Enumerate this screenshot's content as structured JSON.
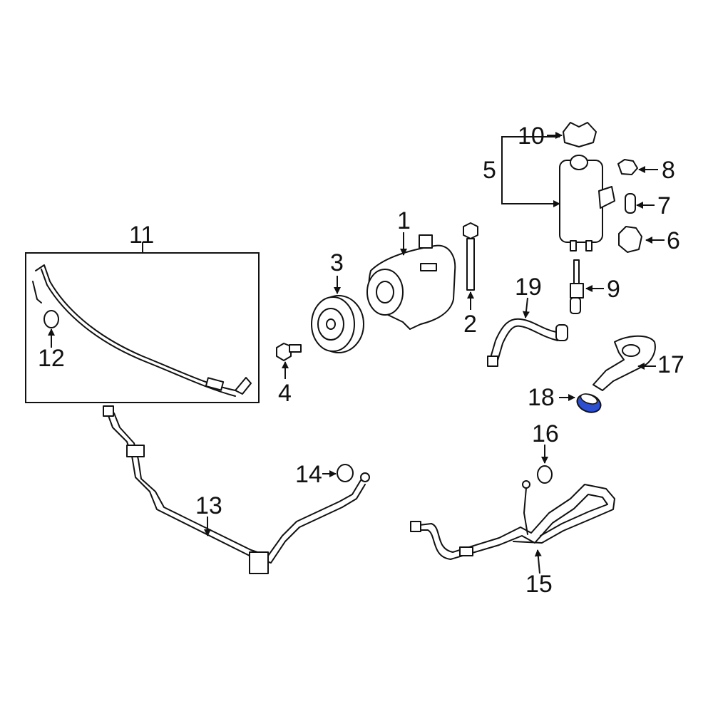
{
  "callouts": {
    "c1": "1",
    "c2": "2",
    "c3": "3",
    "c4": "4",
    "c5": "5",
    "c6": "6",
    "c7": "7",
    "c8": "8",
    "c9": "9",
    "c10": "10",
    "c11": "11",
    "c12": "12",
    "c13": "13",
    "c14": "14",
    "c15": "15",
    "c16": "16",
    "c17": "17",
    "c18": "18",
    "c19": "19"
  },
  "colors": {
    "line": "#111111",
    "highlight": "#2b4fd0",
    "background": "#ffffff"
  },
  "highlighted_part": "18"
}
